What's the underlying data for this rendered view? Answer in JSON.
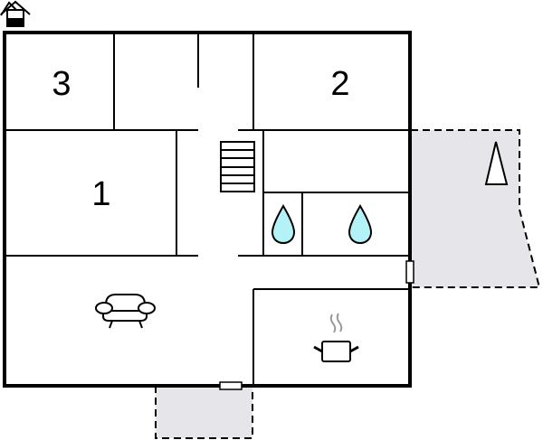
{
  "floor_plan": {
    "type": "house floor plan",
    "colors": {
      "wall": "#000000",
      "outdoor_area": "#e6e6ea",
      "water_drop": "#b3f3f8",
      "steam": "#999999",
      "background": "#ffffff"
    },
    "rooms": [
      {
        "id": "bedroom-3",
        "label": "3"
      },
      {
        "id": "bedroom-2",
        "label": "2"
      },
      {
        "id": "bedroom-1",
        "label": "1"
      },
      {
        "id": "living-room",
        "label": "",
        "icon": "sofa-icon"
      },
      {
        "id": "kitchen",
        "label": "",
        "icon": "cooking-pot-icon"
      },
      {
        "id": "bathroom-small",
        "label": "",
        "icon": "water-drop-icon"
      },
      {
        "id": "bathroom-large",
        "label": "",
        "icon": "water-drop-icon"
      },
      {
        "id": "hallway",
        "label": "",
        "icon": "stairs-icon"
      }
    ],
    "outdoor_areas": [
      {
        "id": "side-terrace",
        "icon": "tree-icon"
      },
      {
        "id": "front-entrance-terrace"
      }
    ],
    "doors": [
      {
        "id": "side-door"
      },
      {
        "id": "front-door"
      }
    ],
    "legend_icon": "house-floor-icon"
  }
}
